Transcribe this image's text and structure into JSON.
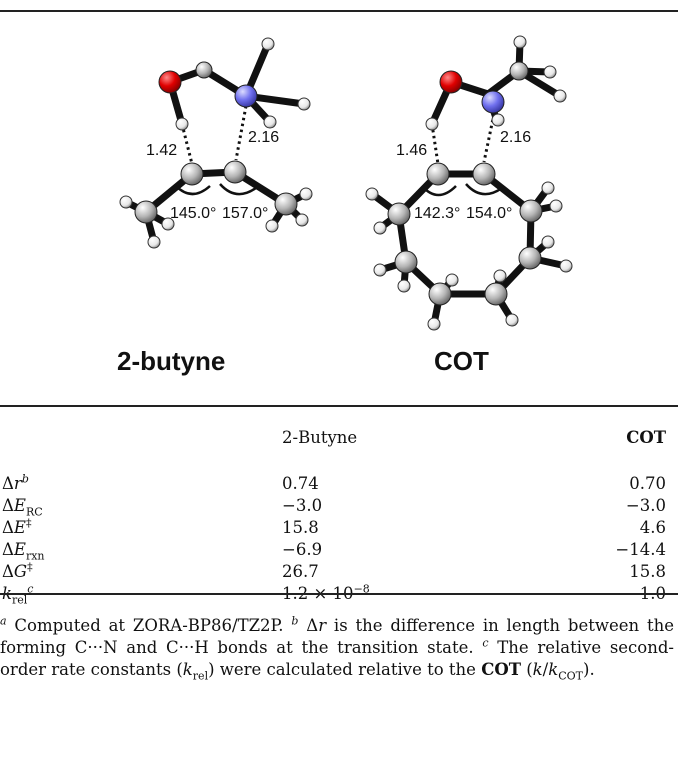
{
  "figure": {
    "left_molecule": {
      "name": "2-butyne",
      "distance_oh": "1.42",
      "distance_cn": "2.16",
      "angle_1": "145.0°",
      "angle_2": "157.0°"
    },
    "right_molecule": {
      "name": "COT",
      "distance_oh": "1.46",
      "distance_cn": "2.16",
      "angle_1": "142.3°",
      "angle_2": "154.0°"
    },
    "colors": {
      "oxygen": "#e00000",
      "nitrogen": "#6a6ae8",
      "carbon": "#a8a8a8",
      "hydrogen": "#f2f2f2",
      "bond": "#111111"
    }
  },
  "table": {
    "headers": {
      "col2": "2-Butyne",
      "col3": "COT"
    },
    "rows": [
      {
        "sym": "Δ",
        "var": "r",
        "sub": "",
        "sup": "b",
        "v1": "0.74",
        "v2": "0.70"
      },
      {
        "sym": "Δ",
        "var": "E",
        "sub": "RC",
        "sup": "",
        "v1": "−3.0",
        "v2": "−3.0"
      },
      {
        "sym": "Δ",
        "var": "E",
        "sub": "",
        "sup": "‡",
        "v1": "15.8",
        "v2": "4.6"
      },
      {
        "sym": "Δ",
        "var": "E",
        "sub": "rxn",
        "sup": "",
        "v1": "−6.9",
        "v2": "−14.4"
      },
      {
        "sym": "Δ",
        "var": "G",
        "sub": "",
        "sup": "‡",
        "v1": "26.7",
        "v2": "15.8"
      },
      {
        "sym": "",
        "var": "k",
        "sub": "rel",
        "sup": "c",
        "v1": "1.2 × 10",
        "v1_exp": "−8",
        "v2": "1.0"
      }
    ]
  },
  "footnotes": {
    "a_mark": "a",
    "a_text": " Computed at ZORA-BP86/TZ2P. ",
    "b_mark": "b",
    "b_sym": " Δ",
    "b_var": "r",
    "b_text": " is the difference in length between the forming C···N and C···H bonds at the transition state. ",
    "c_mark": "c",
    "c_text1": " The relative second-order rate constants (",
    "c_k": "k",
    "c_rel": "rel",
    "c_text2": ") were calculated relative to the ",
    "c_cot": "COT",
    "c_text3": " (",
    "c_k2": "k",
    "c_slash": "/",
    "c_k3": "k",
    "c_cotsub": "COT",
    "c_end": ")."
  }
}
